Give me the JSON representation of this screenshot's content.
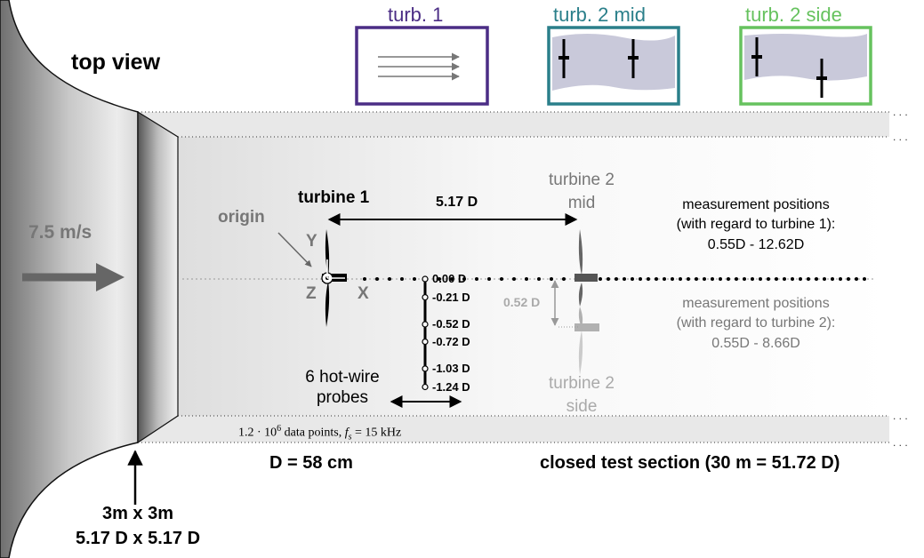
{
  "title": "top view",
  "legend": [
    {
      "label": "turb. 1",
      "color": "#4b2d85"
    },
    {
      "label": "turb. 2 mid",
      "color": "#2a7f8a"
    },
    {
      "label": "turb. 2 side",
      "color": "#66c25e"
    }
  ],
  "inflow": {
    "speed": "7.5 m/s"
  },
  "labels": {
    "origin": "origin",
    "turbine1": "turbine 1",
    "distance": "5.17 D",
    "turbine2_mid": "turbine 2\nmid",
    "turbine2_side": "turbine 2\nside",
    "offset": "0.52 D",
    "axis_y": "Y",
    "axis_z": "Z",
    "axis_x": "X",
    "probes": "6 hot-wire\nprobes",
    "data_points_prefix": "1.2 · 10",
    "data_points_exp": "6",
    "data_points_text": "data points,",
    "fs_label": "f",
    "fs_sub": "s",
    "fs_value": " = 15 kHz",
    "diameter": "D = 58 cm",
    "test_section": "closed test section (30 m  =  51.72 D)",
    "inlet_size_m": "3m x 3m",
    "inlet_size_d": "5.17 D x 5.17 D"
  },
  "measurement_t1": {
    "line1": "measurement positions",
    "line2": "(with regard to turbine 1):",
    "range": "0.55D - 12.62D"
  },
  "measurement_t2": {
    "line1": "measurement positions",
    "line2": "(with regard to turbine 2):",
    "range": "0.55D - 8.66D"
  },
  "probes": [
    {
      "label": "0.00 D",
      "offset_d": 0.0
    },
    {
      "label": "-0.21 D",
      "offset_d": -0.21
    },
    {
      "label": "-0.52 D",
      "offset_d": -0.52
    },
    {
      "label": "-0.72 D",
      "offset_d": -0.72
    },
    {
      "label": "-1.03 D",
      "offset_d": -1.03
    },
    {
      "label": "-1.24 D",
      "offset_d": -1.24
    }
  ]
}
